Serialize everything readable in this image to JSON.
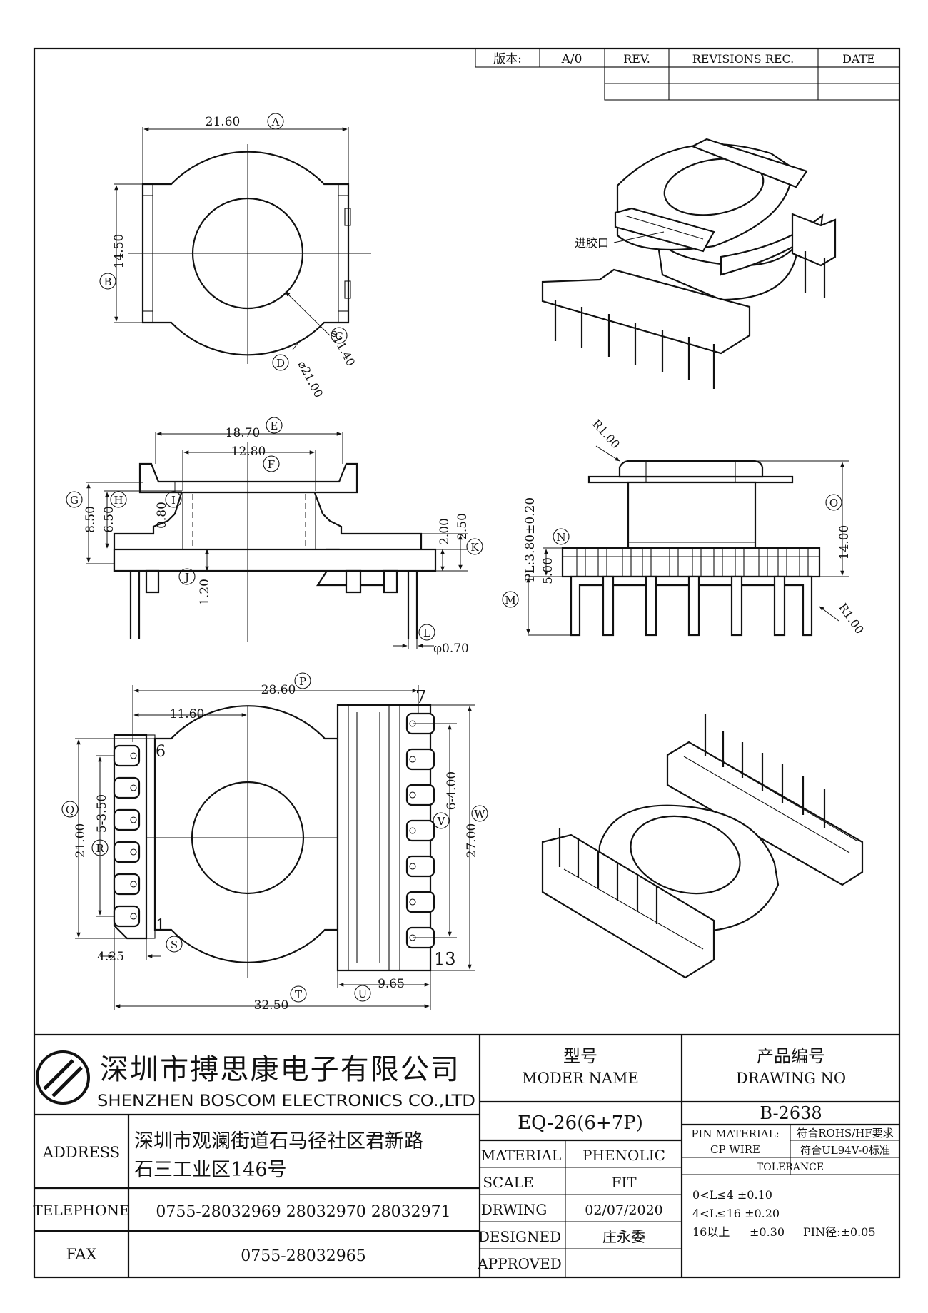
{
  "revision_table": {
    "version_label": "版本:",
    "version_value": "A/0",
    "rev_label": "REV.",
    "revisions_label": "REVISIONS REC.",
    "date_label": "DATE"
  },
  "dimensions": {
    "A": {
      "letter": "A",
      "value": "21.60"
    },
    "B": {
      "letter": "B",
      "value": "14.50"
    },
    "C": {
      "letter": "C",
      "value": "⌀11.40"
    },
    "D": {
      "letter": "D",
      "value": "⌀21.00"
    },
    "E": {
      "letter": "E",
      "value": "18.70"
    },
    "F": {
      "letter": "F",
      "value": "12.80"
    },
    "G": {
      "letter": "G",
      "value": "8.50"
    },
    "H": {
      "letter": "H",
      "value": "6.50"
    },
    "I": {
      "letter": "I",
      "value": "0.80"
    },
    "J": {
      "letter": "J",
      "value": "1.20"
    },
    "K": {
      "letter": "K",
      "value": "2.50"
    },
    "K2": {
      "value": "2.00"
    },
    "L": {
      "letter": "L",
      "value": "φ0.70"
    },
    "M": {
      "letter": "M",
      "value": "PL:3.80±0.20"
    },
    "N": {
      "letter": "N",
      "value": "5.00"
    },
    "O": {
      "letter": "O",
      "value": "14.00"
    },
    "R1a": {
      "value": "R1.00"
    },
    "R1b": {
      "value": "R1.00"
    },
    "P": {
      "letter": "P",
      "value": "28.60"
    },
    "P2": {
      "value": "11.60"
    },
    "Q": {
      "letter": "Q",
      "value": "21.00"
    },
    "R": {
      "letter": "R",
      "value": "5-3.50"
    },
    "S": {
      "letter": "S",
      "value": "4.25"
    },
    "T": {
      "letter": "T",
      "value": "32.50"
    },
    "U": {
      "letter": "U",
      "value": "9.65"
    },
    "V": {
      "letter": "V",
      "value": "6-4.00"
    },
    "W": {
      "letter": "W",
      "value": "27.00"
    }
  },
  "pin_labels": {
    "p6": "6",
    "p1": "1",
    "p7": "7",
    "p13": "13"
  },
  "iso_label": "进胶口",
  "title_block": {
    "company_cn": "深圳市搏思康电子有限公司",
    "company_en": "SHENZHEN BOSCOM ELECTRONICS CO.,LTD",
    "model_label_cn": "型号",
    "model_label_en": "MODER NAME",
    "drawing_label_cn": "产品编号",
    "drawing_label_en": "DRAWING NO",
    "model_value": "EQ-26(6+7P)",
    "drawing_value": "B-2638",
    "address_label": "ADDRESS",
    "address_line1": "深圳市观澜街道石马径社区君新路",
    "address_line2": "石三工业区146号",
    "telephone_label": "TELEPHONE",
    "telephone_value": "0755-28032969 28032970 28032971",
    "fax_label": "FAX",
    "fax_value": "0755-28032965",
    "material_label": "MATERIAL",
    "material_value": "PHENOLIC",
    "scale_label": "SCALE",
    "scale_value": "FIT",
    "drawing_by_label": "DRWING",
    "drawing_date": "02/07/2020",
    "designed_label": "DESIGNED",
    "designed_value": "庄永委",
    "approved_label": "APPROVED",
    "pin_material_label": "PIN MATERIAL:",
    "pin_material_value": "CP WIRE",
    "compliance1": "符合ROHS/HF要求",
    "compliance2": "符合UL94V-0标准",
    "tolerance_label": "TOLERANCE",
    "tol1": "0<L≤4 ±0.10",
    "tol2": "4<L≤16 ±0.20",
    "tol3_range": "16以上",
    "tol3_value": "±0.30",
    "tol_pin": "PIN径:±0.05"
  }
}
